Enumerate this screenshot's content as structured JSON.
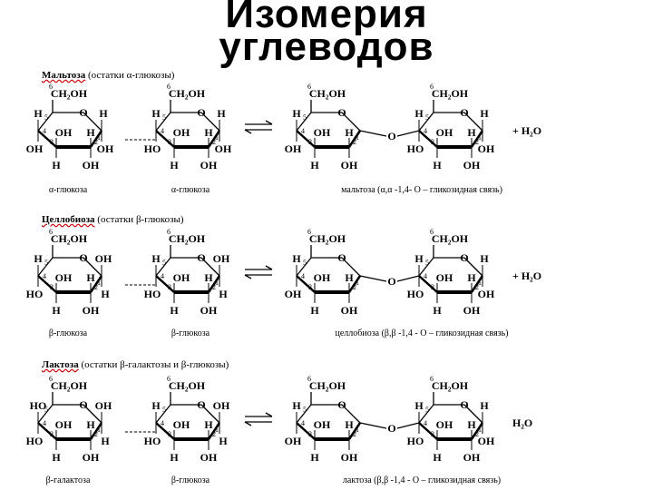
{
  "title": {
    "line1": "Изомерия",
    "line2": "углеводов"
  },
  "sections": [
    {
      "name": "Мальтоза",
      "note": "(остатки α-глюкозы)",
      "captions": [
        "α-глюкоза",
        "α-глюкоза",
        "мальтоза (α,α -1,4- О – гликозидная связь)"
      ]
    },
    {
      "name": "Целлобиоза",
      "note": "(остатки β-глюкозы)",
      "captions": [
        "β-глюкоза",
        "β-глюкоза",
        "целлобиоза (β,β -1,4 - О – гликозидная связь)"
      ]
    },
    {
      "name": "Лактоза",
      "note": "(остатки β-галактозы и β-глюкозы)",
      "captions": [
        "β-галактоза",
        "β-глюкоза",
        "лактоза (β,β -1,4 - О – гликозидная связь)"
      ]
    }
  ],
  "labels": {
    "ch2oh": "CH₂OH",
    "oh": "OH",
    "ho": "HO",
    "h": "H",
    "o": "O",
    "plus_water": "+ H₂O",
    "water": "H₂O"
  },
  "icons": [
    "equilibrium-arrow-icon",
    "equilibrium-arrow-icon",
    "equilibrium-arrow-icon"
  ]
}
